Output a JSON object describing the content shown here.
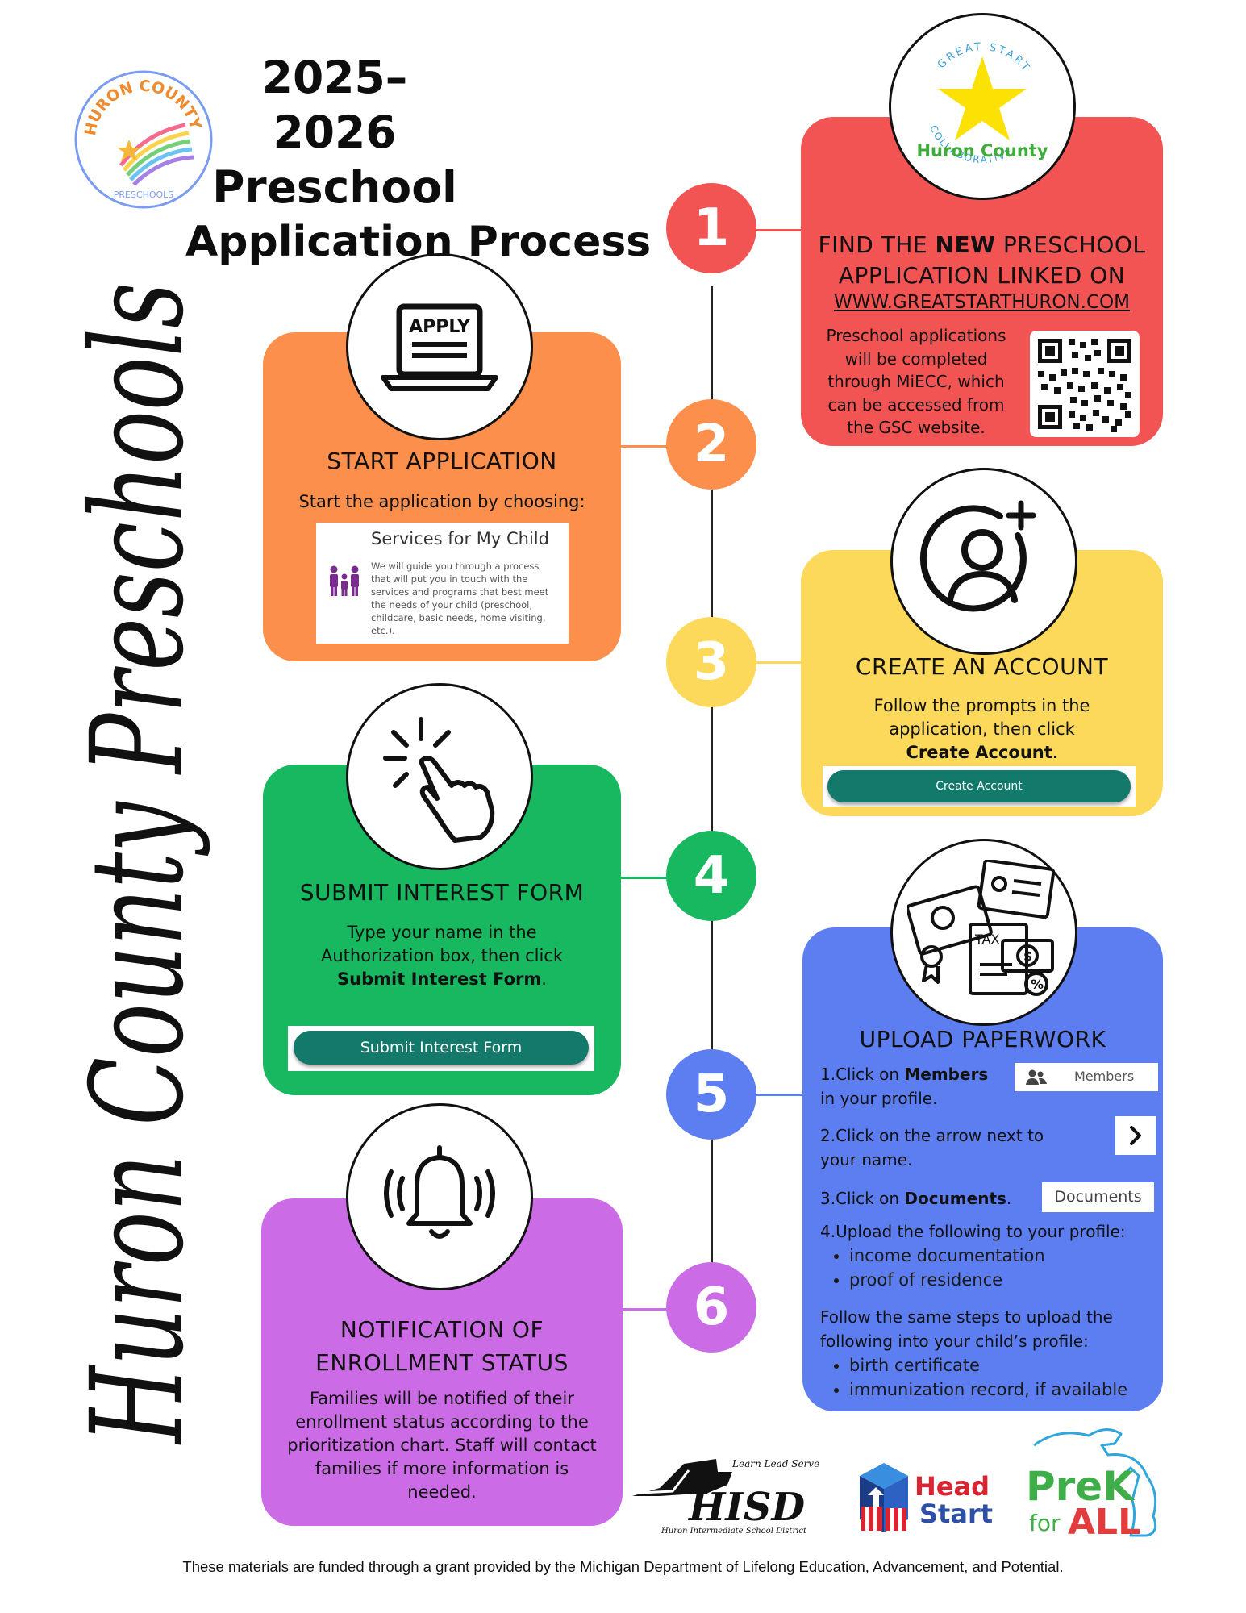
{
  "header": {
    "title_line1": "2025–2026",
    "title_line2": "Preschool",
    "title_line3": "Application Process"
  },
  "logo_huron": {
    "text": "HURON COUNTY",
    "subtext": "PRESCHOOLS"
  },
  "logo_gsc": {
    "text_top": "GREAT START",
    "text_mid": "COLLABORATIVE",
    "text_bottom": "Huron County"
  },
  "side_script": "Huron County Preschools",
  "steps": [
    {
      "number": "1",
      "color": "#f25454",
      "title_pre": "FIND THE ",
      "title_bold": "NEW",
      "title_post": " PRESCHOOL",
      "title_line2": "APPLICATION LINKED ON",
      "link": "WWW.GREATSTARTHURON.COM",
      "text": "Preschool applications will be completed through MiECC, which can be accessed from the GSC website."
    },
    {
      "number": "2",
      "color": "#fb8f4b",
      "icon": "apply-laptop-icon",
      "icon_label": "APPLY",
      "title": "START APPLICATION",
      "text": "Start the application by choosing:",
      "option_title": "Services for My Child",
      "option_text": "We will guide you through a process that will put you in touch with the services and programs that best meet the needs of your child (preschool, childcare, basic needs, home visiting, etc.)."
    },
    {
      "number": "3",
      "color": "#fcd95a",
      "icon": "add-user-icon",
      "title": "CREATE AN ACCOUNT",
      "text_line1": "Follow the prompts in the",
      "text_line2": "application, then click",
      "text_bold": "Create Account",
      "text_end": ".",
      "button": "Create Account"
    },
    {
      "number": "4",
      "color": "#17b85f",
      "icon": "pointer-click-icon",
      "title": "SUBMIT INTEREST FORM",
      "text_line1": "Type your name in the",
      "text_line2": "Authorization box, then click",
      "text_bold": "Submit Interest Form",
      "text_end": ".",
      "button": "Submit Interest Form"
    },
    {
      "number": "5",
      "color": "#5d7ef0",
      "icon": "documents-icon",
      "title": "UPLOAD PAPERWORK",
      "s1_pre": "1.Click on ",
      "s1_bold": "Members",
      "s1_post": "in your profile.",
      "members_label": "Members",
      "s2_line1": "2.Click on the arrow next to",
      "s2_line2": "your name.",
      "s3_pre": "3.Click on ",
      "s3_bold": "Documents",
      "s3_post": ".",
      "documents_label": "Documents",
      "s4": "4.Upload the following to your profile:",
      "list1": [
        "income documentation",
        "proof of residence"
      ],
      "follow_line1": "Follow the same steps to upload the",
      "follow_line2": "following into your child’s profile:",
      "list2": [
        "birth certificate",
        "immunization record, if available"
      ]
    },
    {
      "number": "6",
      "color": "#cb6ce6",
      "icon": "bell-icon",
      "title_line1": "NOTIFICATION OF",
      "title_line2": "ENROLLMENT STATUS",
      "text": "Families will be notified of their enrollment status according to the prioritization chart. Staff will contact families if more information is needed."
    }
  ],
  "partners": {
    "hisd_tagline": "Learn  Lead  Serve",
    "hisd_name": "HISD",
    "hisd_full": "Huron Intermediate School District",
    "headstart_1": "Head",
    "headstart_2": "Start",
    "prek_1": "PreK",
    "prek_2": "for",
    "prek_3": "ALL"
  },
  "footer": "These materials are funded through a grant provided by the Michigan Department of Lifelong Education, Advancement, and Potential."
}
